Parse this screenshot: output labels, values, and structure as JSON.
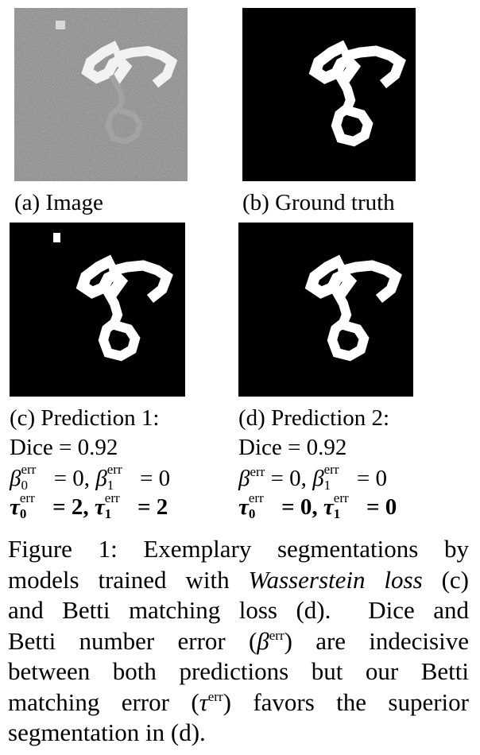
{
  "figure": {
    "panels": [
      {
        "id": "a",
        "caption": "(a) Image",
        "kind": "noisy-image"
      },
      {
        "id": "b",
        "caption": "(b) Ground truth",
        "kind": "mask"
      },
      {
        "id": "c",
        "caption": "(c) Prediction 1:",
        "kind": "mask-with-blob",
        "dice_label": "Dice = 0.92",
        "betti_line": {
          "sym0": "β",
          "sub0": "0",
          "sup0": "err",
          "eq0": " = 0, ",
          "sym1": "β",
          "sub1": "1",
          "sup1": "err",
          "eq1": " = 0"
        },
        "tau_line": {
          "sym0": "τ",
          "sub0": "0",
          "sup0": "err",
          "eq0": " = 2, ",
          "sym1": "τ",
          "sub1": "1",
          "sup1": "err",
          "eq1": " = 2"
        }
      },
      {
        "id": "d",
        "caption": "(d) Prediction 2:",
        "kind": "mask",
        "dice_label": "Dice = 0.92",
        "betti_line": {
          "sym0": "β",
          "sup0": "err",
          "eq0": " = 0, ",
          "sym1": "β",
          "sub1": "1",
          "sup1": "err",
          "eq1": " = 0"
        },
        "tau_line": {
          "sym0": "τ",
          "sub0": "0",
          "sup0": "err",
          "eq0": " = 0, ",
          "sym1": "τ",
          "sub1": "1",
          "sup1": "err",
          "eq1": " = 0"
        }
      }
    ],
    "caption": {
      "l1": "Figure 1: Exemplary segmentations by",
      "l2a": "models trained with ",
      "l2b": "Wasserstein loss",
      "l2c": " (c)",
      "l3": "and Betti matching loss (d).  Dice and",
      "l4a": "Betti number error (",
      "l4sym": "β",
      "l4sup": "err",
      "l4b": ") are indecisive",
      "l5": "between both predictions but our Betti",
      "l6a": "matching error (",
      "l6sym": "τ",
      "l6sup": "err",
      "l6b": ") favors the superior",
      "l7": "segmentation in (d)."
    }
  }
}
